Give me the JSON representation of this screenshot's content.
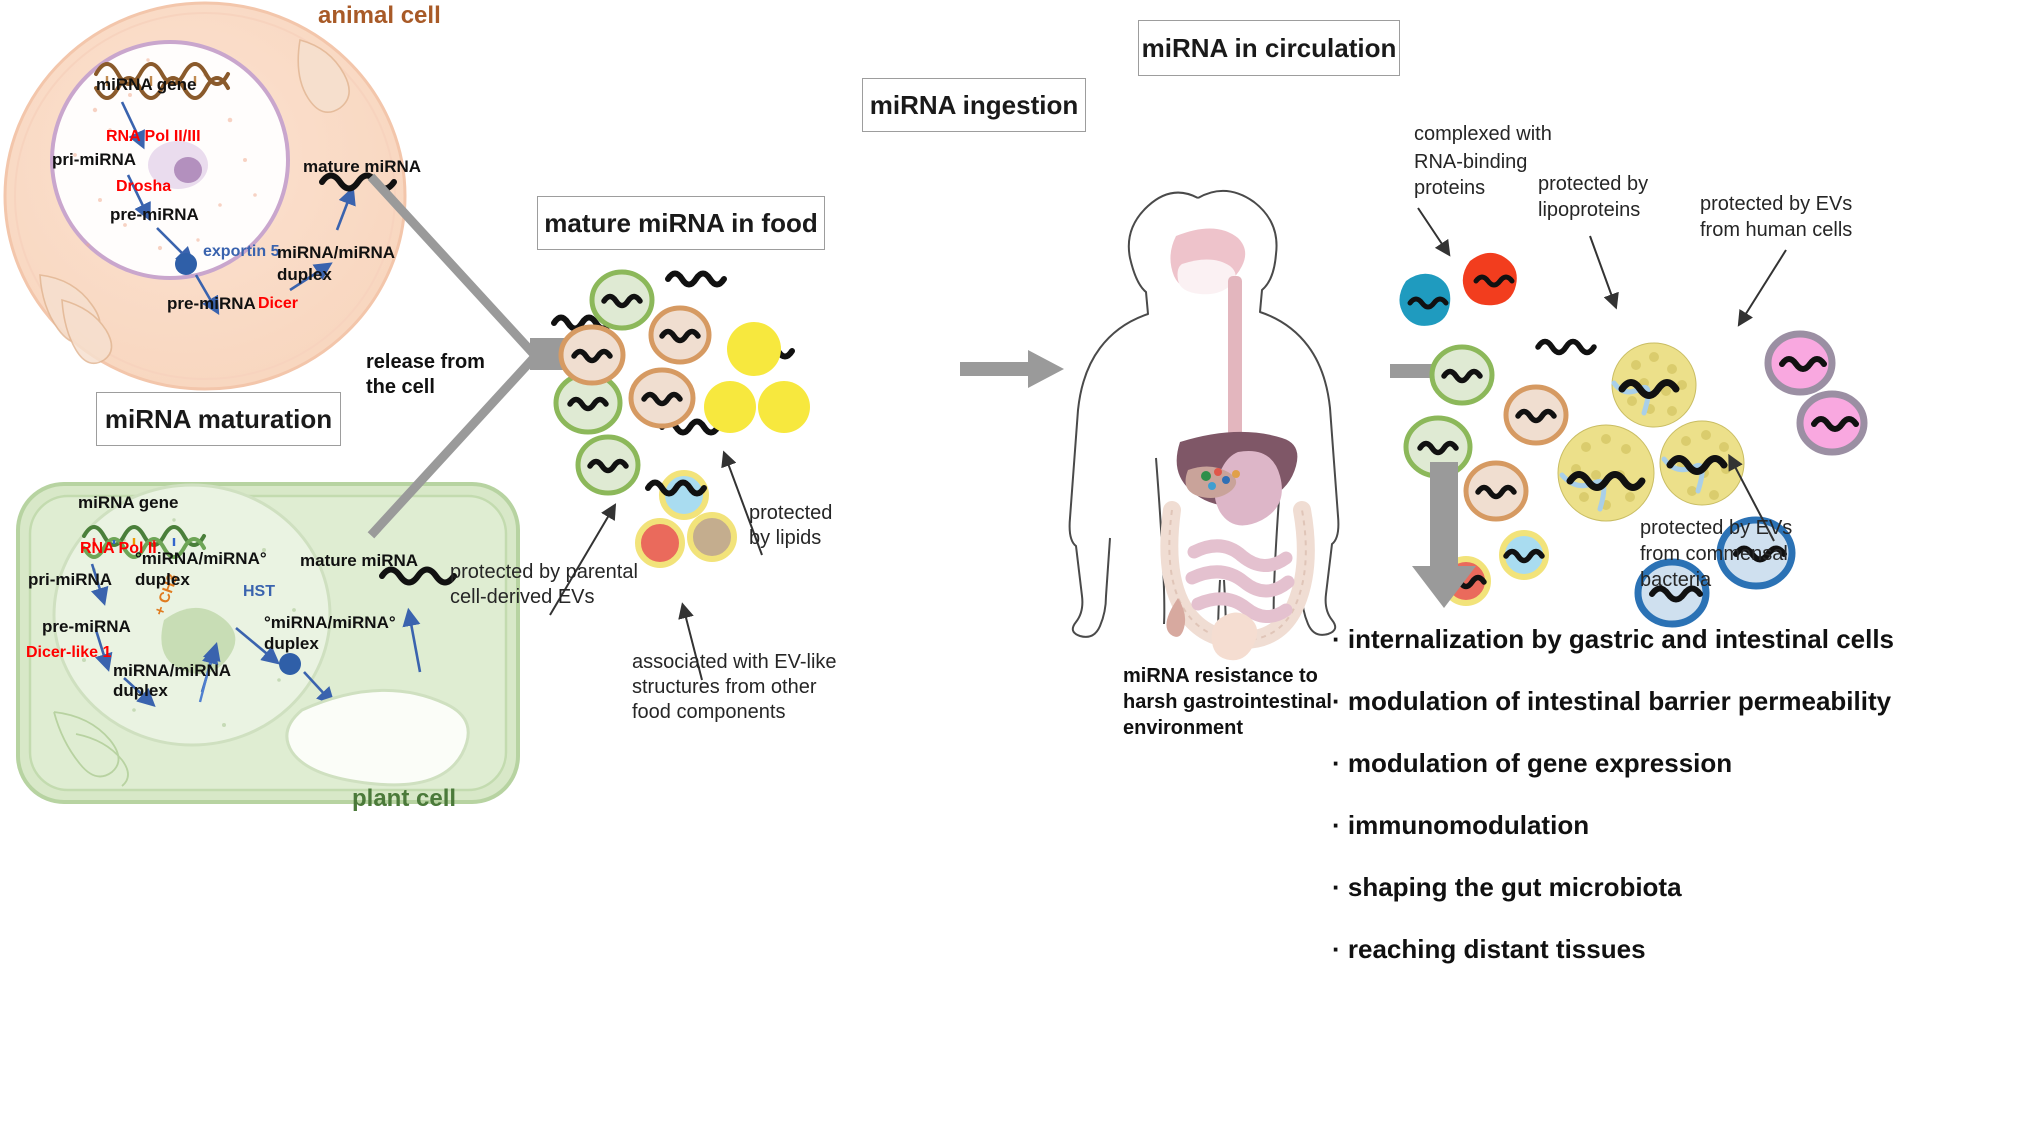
{
  "figure": {
    "type": "diagram",
    "topic": "Dietary miRNA journey: maturation, release, food, ingestion, circulation, effects"
  },
  "panels": {
    "animal_cell": {
      "title": "animal cell",
      "title_color": "#a85a27",
      "labels": {
        "gene": "miRNA gene",
        "pol": "RNA Pol II/III",
        "pri": "pri-miRNA",
        "drosha": "Drosha",
        "pre": "pre-miRNA",
        "exportin": "exportin 5",
        "pre_cyto": "pre-miRNA",
        "dicer": "Dicer",
        "duplex": "miRNA/miRNA\nduplex",
        "duplex_l1": "miRNA/miRNA",
        "duplex_l2": "duplex",
        "mature": "mature miRNA"
      }
    },
    "maturation_title": "miRNA maturation",
    "plant_cell": {
      "title": "plant cell",
      "title_color": "#4b7a3a",
      "labels": {
        "gene": "miRNA gene",
        "pol": "RNA Pol II",
        "pri": "pri-miRNA",
        "pre": "pre-miRNA",
        "dicer_like": "Dicer-like 1",
        "duplex_nuc_l1": "miRNA/miRNA",
        "duplex_nuc_l2": "duplex",
        "ch3": "+ CH3",
        "duplex_me_l1": "°miRNA/miRNA°",
        "duplex_me_l2": "duplex",
        "hst": "HST",
        "duplex_cyto_l1": "°miRNA/miRNA°",
        "duplex_cyto_l2": "duplex",
        "mature": "mature miRNA"
      }
    },
    "release": {
      "line1": "release from",
      "line2": "the cell"
    },
    "food": {
      "title": "mature miRNA in food",
      "captions": {
        "parental_l1": "protected by parental",
        "parental_l2": "cell-derived EVs",
        "evlike_l1": "associated with EV-like",
        "evlike_l2": "structures from other",
        "evlike_l3": "food components",
        "lipids_l1": "protected",
        "lipids_l2": "by lipids"
      }
    },
    "ingestion": {
      "title": "miRNA ingestion",
      "caption_l1": "miRNA resistance to",
      "caption_l2": "harsh gastrointestinal",
      "caption_l3": "environment"
    },
    "circulation": {
      "title": "miRNA in circulation",
      "captions": {
        "rbp_l1": "complexed with",
        "rbp_l2": "RNA-binding",
        "rbp_l3": "proteins",
        "lipo_l1": "protected by",
        "lipo_l2": "lipoproteins",
        "human_ev_l1": "protected by EVs",
        "human_ev_l2": "from human cells",
        "bact_ev_l1": "protected by EVs",
        "bact_ev_l2": "from commensal",
        "bact_ev_l3": "bacteria"
      }
    },
    "outcomes": {
      "items": [
        "· internalization by gastric and intestinal cells",
        "· modulation of intestinal barrier permeability",
        "· modulation of gene expression",
        "· immunomodulation",
        "· shaping the gut microbiota",
        "· reaching distant tissues"
      ]
    }
  },
  "colors": {
    "animal_cell_fill": "#fadcc8",
    "animal_cell_stroke": "#f0c3a5",
    "nucleus_membrane": "#c9a6cd",
    "plant_cell_fill": "#d6e7c6",
    "plant_cell_stroke": "#b6d2a0",
    "ev_green_stroke": "#8cb85a",
    "ev_green_fill": "#dfead3",
    "ev_tan_stroke": "#d69a62",
    "ev_tan_fill": "#f0ded0",
    "yellow_blob": "#f7e83e",
    "lipo_yellow": "#ece08a",
    "ev_pink_fill": "#f9a8e0",
    "ev_pink_stroke": "#9b8fa3",
    "ev_blue_fill": "#cfe0ef",
    "ev_blue_stroke": "#2b72b5",
    "rbp_teal": "#1f9bbf",
    "rbp_red": "#f23d1e",
    "arrow_gray": "#9a9a9a",
    "arrow_blue": "#3a63ae",
    "red_text": "#ff0000"
  }
}
